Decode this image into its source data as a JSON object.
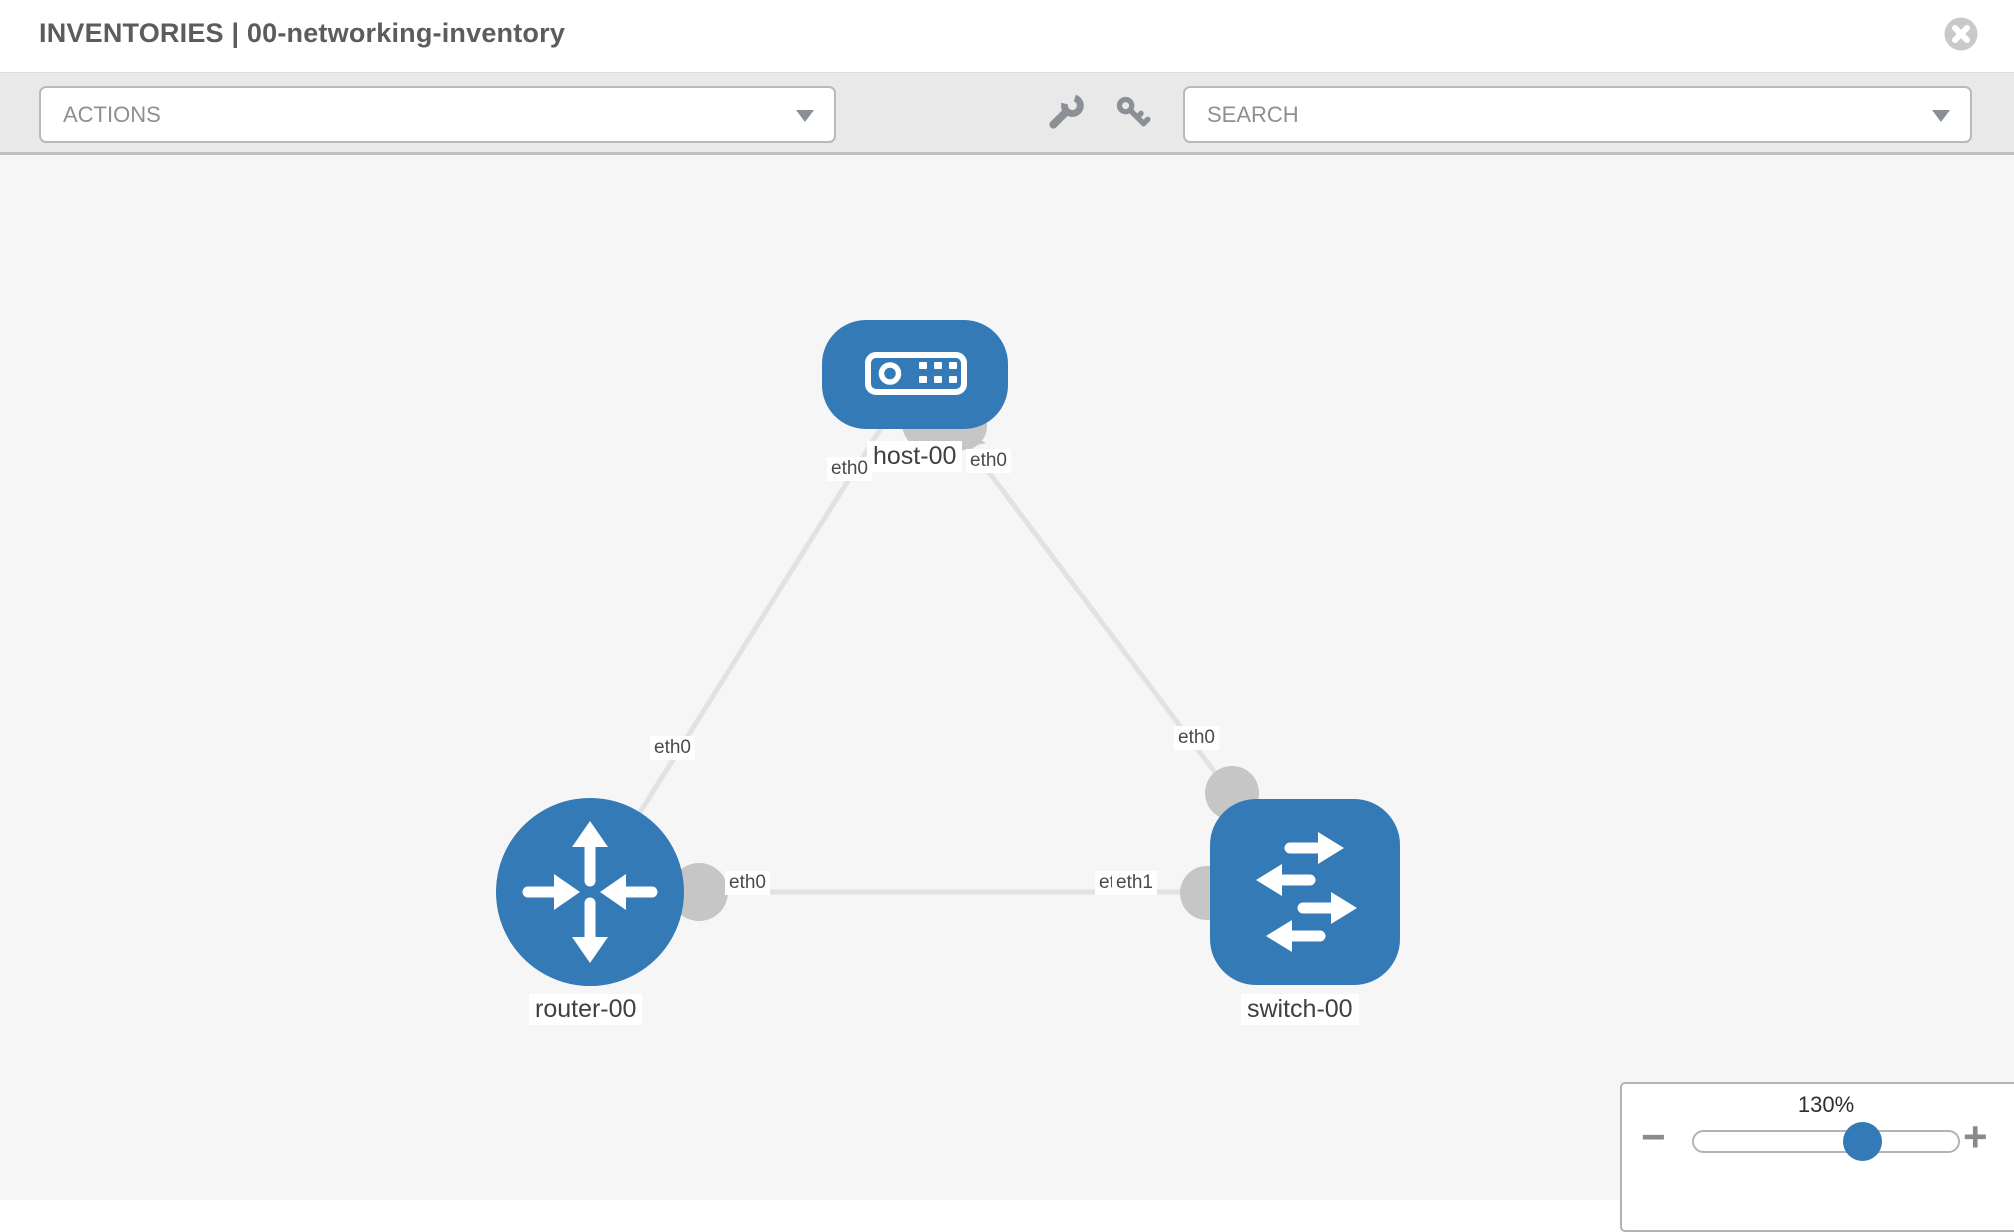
{
  "header": {
    "title": "INVENTORIES | 00-networking-inventory"
  },
  "toolbar": {
    "actions_label": "ACTIONS",
    "search_label": "SEARCH",
    "icons": [
      "wrench-icon",
      "key-icon"
    ]
  },
  "topology": {
    "nodes": [
      {
        "name": "host-00",
        "type": "host"
      },
      {
        "name": "router-00",
        "type": "router"
      },
      {
        "name": "switch-00",
        "type": "switch"
      }
    ],
    "links": [
      {
        "source": "host-00",
        "source_interface": "eth0",
        "target": "router-00",
        "target_interface": "eth0"
      },
      {
        "source": "host-00",
        "source_interface": "eth0",
        "target": "switch-00",
        "target_interface": "eth0"
      },
      {
        "source": "router-00",
        "source_interface": "eth0",
        "target": "switch-00",
        "target_interface": "eth1"
      }
    ],
    "visible_labels": {
      "host_name": "host-00",
      "router_name": "router-00",
      "switch_name": "switch-00",
      "host_if_left": "eth0",
      "host_if_right": "eth0",
      "router_host_if": "eth0",
      "switch_host_if": "eth0",
      "router_switch_if": "eth0",
      "switch_router_if": "eth1",
      "switch_router_if_occluded": "eth0"
    }
  },
  "zoom_control": {
    "level": "130%",
    "minus_label": "−",
    "plus_label": "+"
  },
  "colors": {
    "node_blue": "#337ab7",
    "interface_gray": "#c6c6c6",
    "link_gray": "#e2e2e2",
    "canvas_bg": "#f6f6f6",
    "toolbar_bg": "#e9e9e9"
  }
}
